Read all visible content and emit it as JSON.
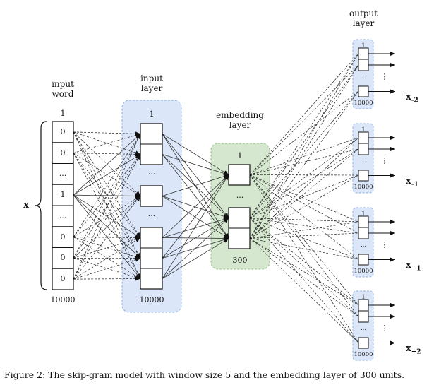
{
  "input_word": {
    "title": "input\nword",
    "top_index": "1",
    "bottom_index": "10000",
    "x_label": "x",
    "cells": [
      "0",
      "0",
      "...",
      "1",
      "...",
      "0",
      "0",
      "0"
    ]
  },
  "input_layer": {
    "title": "input\nlayer",
    "top_index": "1",
    "bottom_index": "10000",
    "ellipsis": "..."
  },
  "embedding_layer": {
    "title": "embedding\nlayer",
    "top_index": "1",
    "bottom_index": "300",
    "ellipsis": "..."
  },
  "output_layer": {
    "title": "output\nlayer",
    "groups": [
      {
        "top_index": "1",
        "bottom_index": "10000",
        "x_label": "x",
        "x_sub": "-2",
        "ellipsis": "...",
        "arrow_ellipsis": "⋮"
      },
      {
        "top_index": "1",
        "bottom_index": "10000",
        "x_label": "x",
        "x_sub": "-1",
        "ellipsis": "...",
        "arrow_ellipsis": "⋮"
      },
      {
        "top_index": "1",
        "bottom_index": "10000",
        "x_label": "x",
        "x_sub": "+1",
        "ellipsis": "...",
        "arrow_ellipsis": "⋮"
      },
      {
        "top_index": "1",
        "bottom_index": "10000",
        "x_label": "x",
        "x_sub": "+2",
        "ellipsis": "...",
        "arrow_ellipsis": "⋮"
      }
    ]
  },
  "caption": "Figure 2: The skip-gram model with window size 5 and the embedding layer of 300 units.",
  "colors": {
    "input_layer_fill": "#dbe6f8",
    "input_layer_border": "#8fb0de",
    "embedding_fill": "#d5e8cf",
    "embedding_border": "#94c08a",
    "output_fill": "#dbe6f8",
    "output_border": "#8fb0de"
  }
}
